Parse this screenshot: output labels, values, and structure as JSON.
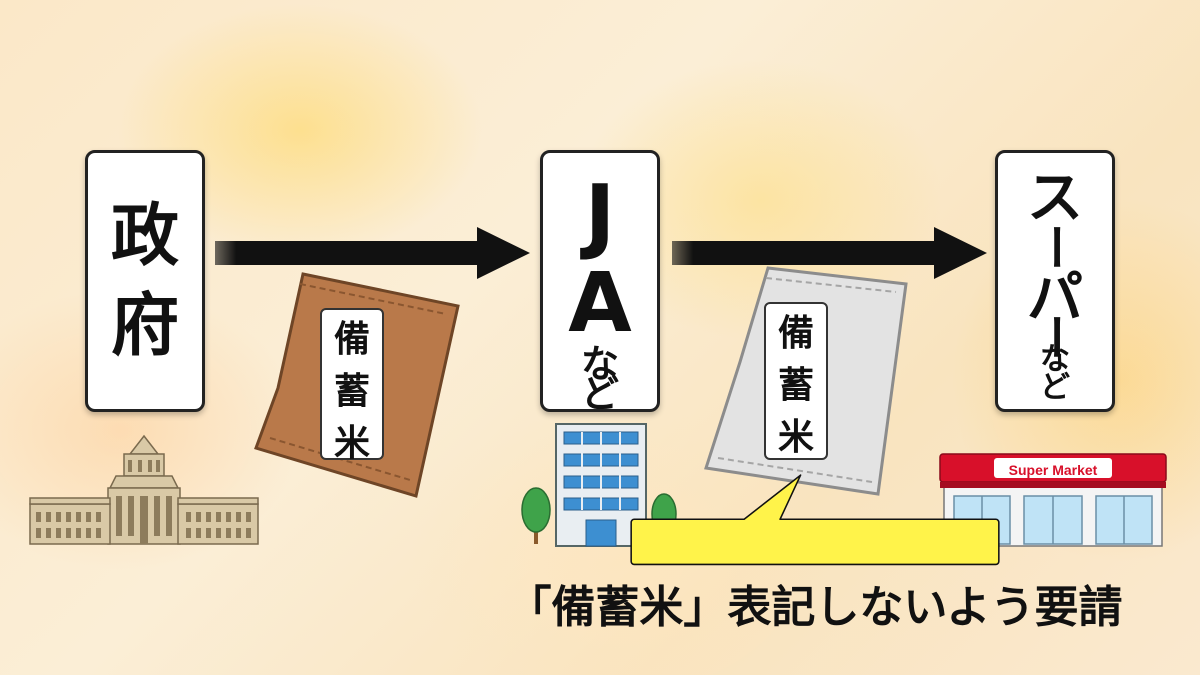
{
  "nodes": {
    "government": {
      "chars": [
        "政",
        "府"
      ]
    },
    "ja": {
      "j": "J",
      "a": "A",
      "nado": [
        "な",
        "ど"
      ]
    },
    "supermarket": {
      "su": "ス",
      "dash": "ー",
      "pa": "パ",
      "dash2": "ー",
      "nado": [
        "な",
        "ど"
      ]
    }
  },
  "rice_bags": {
    "first": {
      "chars": [
        "備",
        "蓄",
        "米"
      ]
    },
    "second": {
      "chars": [
        "備",
        "蓄",
        "米"
      ]
    }
  },
  "store_sign": "Super Market",
  "callout": "「備蓄米」表記しないよう要請",
  "colors": {
    "callout_fill": "#fff34a",
    "arrow": "#111111",
    "first_bag": "#b9794a",
    "second_bag": "#e6e6e6",
    "store_red": "#d8102a"
  }
}
